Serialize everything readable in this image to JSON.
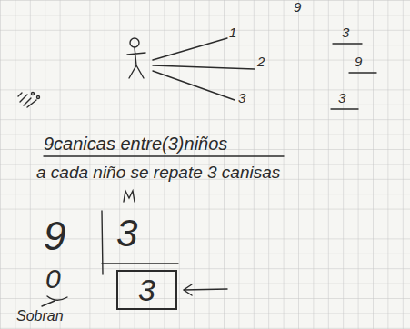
{
  "diagram": {
    "nodes": [
      {
        "text": [
          "3"
        ]
      }
    ],
    "labels": [
      "9",
      "1",
      "2",
      "3",
      "3",
      "9",
      "3",
      "9canicas entre(3)niños",
      "a cada niño se repate 3 canisas",
      "9",
      "3",
      "0",
      "Sobran"
    ]
  }
}
